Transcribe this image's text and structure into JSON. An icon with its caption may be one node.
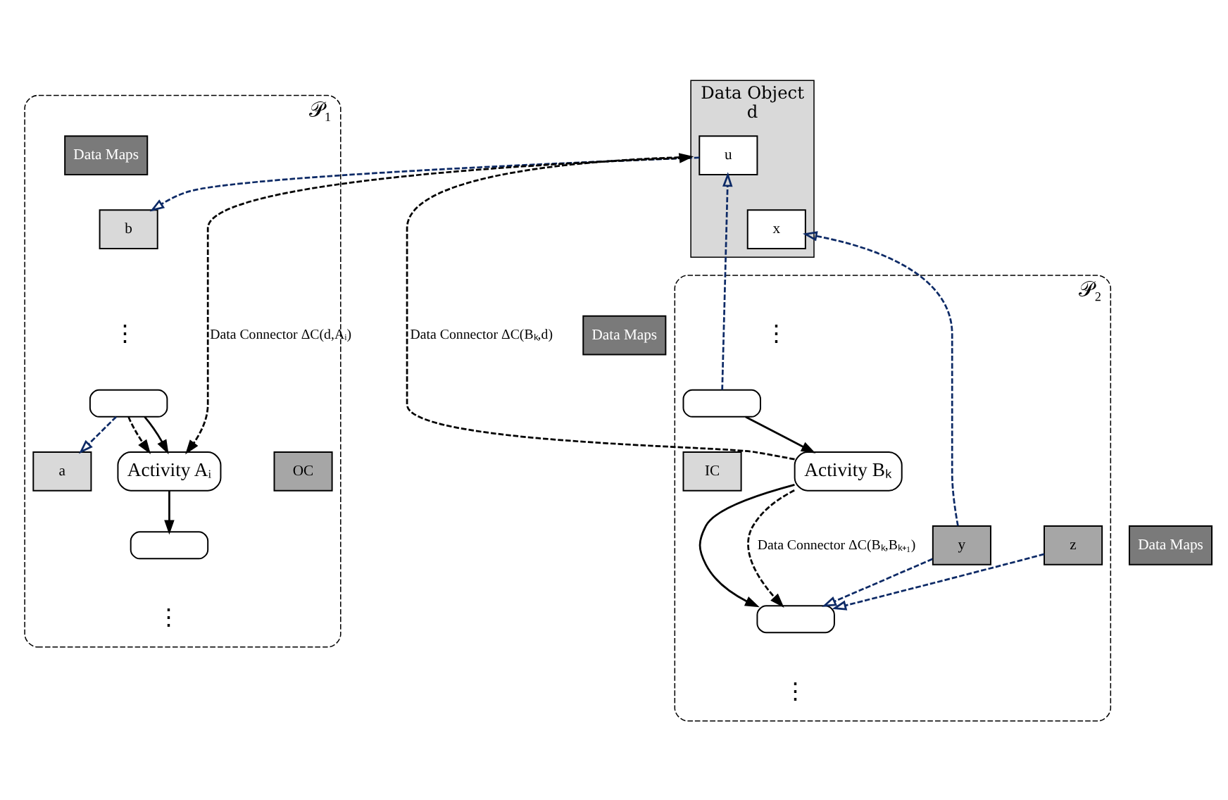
{
  "diagram": {
    "nodes": [
      {
        "text": [
          "Data Object",
          "d"
        ]
      },
      {
        "text": [
          "u"
        ],
        "in": 0
      },
      {
        "text": [
          "x"
        ],
        "in": 0
      },
      {
        "text": [
          "𝒫₁"
        ]
      },
      {
        "text": [],
        "shape": "box",
        "in": 3
      },
      {
        "text": [
          "Data Maps"
        ],
        "in": 3
      },
      {
        "text": [
          "a"
        ],
        "in": 3
      },
      {
        "text": [
          "b"
        ],
        "in": 3
      },
      {
        "text": [
          "Activity Aᵢ"
        ],
        "in": 3
      },
      {
        "text": [
          "OC"
        ],
        "in": 3
      },
      {
        "text": [],
        "shape": "box",
        "in": 3
      },
      {
        "text": [
          "Data Maps"
        ]
      },
      {
        "text": [
          "𝒫₂"
        ]
      },
      {
        "text": [],
        "shape": "box",
        "in": 12
      },
      {
        "text": [
          "IC"
        ],
        "in": 12
      },
      {
        "text": [
          "Activity Bₖ"
        ],
        "in": 12
      },
      {
        "text": [
          "y"
        ],
        "in": 12
      },
      {
        "text": [
          "z"
        ],
        "in": 12
      },
      {
        "text": [
          "Data Maps"
        ]
      },
      {
        "text": [],
        "shape": "box",
        "in": 12
      }
    ],
    "edges": [
      {
        "from": 0,
        "to": 8,
        "arrow": "to",
        "style": "dashed",
        "label": "Data Connector ΔC(d,Aᵢ)"
      },
      {
        "from": 4,
        "to": 8,
        "arrow": "to",
        "style": "dashed"
      },
      {
        "from": 4,
        "to": 8,
        "arrow": "to"
      },
      {
        "from": 4,
        "to": 6,
        "arrow": "to",
        "style": "dashed",
        "color": "#0d2a66"
      },
      {
        "from": 1,
        "to": 7,
        "arrow": "to",
        "style": "dashed",
        "color": "#0d2a66"
      },
      {
        "from": 8,
        "to": 10,
        "arrow": "to"
      },
      {
        "from": 13,
        "to": 1,
        "arrow": "to",
        "style": "dashed",
        "color": "#0d2a66"
      },
      {
        "from": 16,
        "to": 2,
        "arrow": "to",
        "style": "dashed",
        "color": "#0d2a66"
      },
      {
        "from": 15,
        "to": 0,
        "arrow": "to",
        "style": "dashed",
        "label": "Data Connector ΔC(Bₖ,d)"
      },
      {
        "from": 13,
        "to": 15,
        "arrow": "to"
      },
      {
        "from": 15,
        "to": 19,
        "arrow": "to"
      },
      {
        "from": 16,
        "to": 19,
        "arrow": "to",
        "style": "dashed",
        "color": "#0d2a66"
      },
      {
        "from": 17,
        "to": 19,
        "arrow": "to",
        "style": "dashed",
        "color": "#0d2a66"
      },
      {
        "from": 15,
        "to": 19,
        "arrow": "to",
        "style": "dashed",
        "label": "Data Connector ΔC(Bₖ,Bₖ₊₁)"
      }
    ],
    "labels": [
      "⋮",
      "⋮",
      "⋮",
      "⋮"
    ]
  }
}
